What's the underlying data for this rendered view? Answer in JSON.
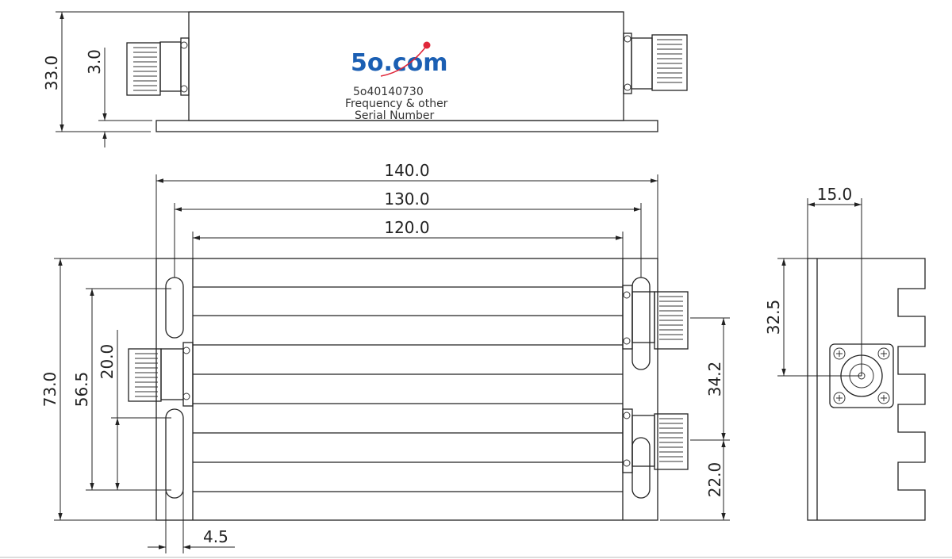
{
  "logo": {
    "text": "5o.com",
    "color": "#1b5fb3",
    "dot_color": "#e0273a"
  },
  "label_lines": [
    "5o40140730",
    "Frequency & other",
    "Serial Number"
  ],
  "dimensions": {
    "top_height": "33.0",
    "flange_thickness": "3.0",
    "overall_length": "140.0",
    "hole_pitch": "130.0",
    "body_length": "120.0",
    "overall_width": "73.0",
    "hole_span": "56.5",
    "input_offset": "20.0",
    "output_spacing": "34.2",
    "output_offset": "22.0",
    "slot_width": "4.5",
    "side_connector_offset": "15.0",
    "side_connector_height": "32.5"
  }
}
